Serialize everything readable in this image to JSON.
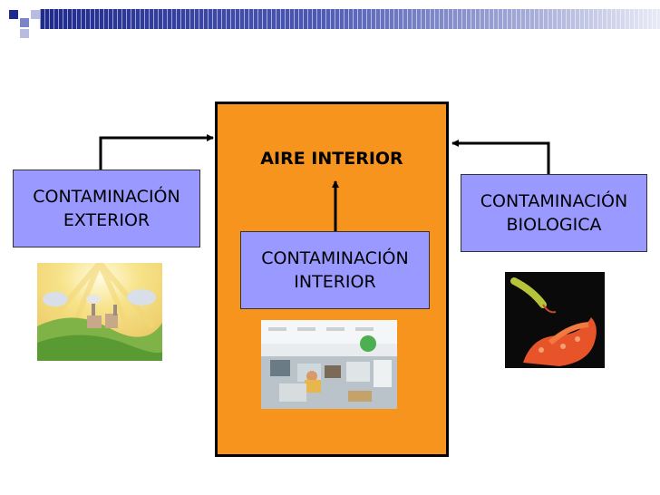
{
  "center": {
    "title": "AIRE INTERIOR"
  },
  "boxes": {
    "exterior": {
      "line1": "CONTAMINACIÓN",
      "line2": "EXTERIOR"
    },
    "interior": {
      "line1": "CONTAMINACIÓN",
      "line2": "INTERIOR"
    },
    "biologica": {
      "line1": "CONTAMINACIÓN",
      "line2": "BIOLOGICA"
    }
  },
  "colors": {
    "center_fill": "#f7941d",
    "box_fill": "#9999ff",
    "banner": "#1e2a8c"
  },
  "images": {
    "exterior": "industrial-landscape-clipart",
    "interior": "office-photo",
    "biologica": "bacteria-microscopy-photo"
  }
}
